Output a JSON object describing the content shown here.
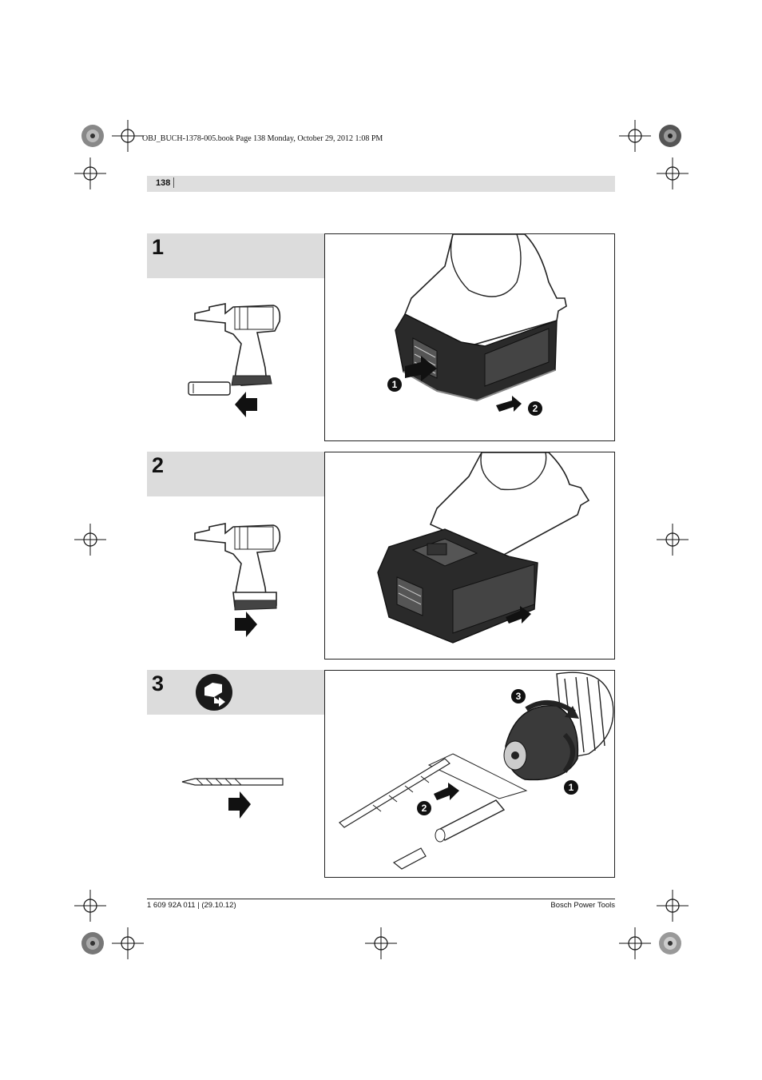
{
  "header": {
    "print_info": "OBJ_BUCH-1378-005.book  Page 138  Monday, October 29, 2012  1:08 PM",
    "page_number": "138"
  },
  "steps": [
    {
      "number": "1",
      "callouts": [
        "1",
        "2"
      ]
    },
    {
      "number": "2",
      "callouts": []
    },
    {
      "number": "3",
      "callouts": [
        "3",
        "2",
        "1"
      ]
    }
  ],
  "footer": {
    "document_code": "1 609 92A 011 | (29.10.12)",
    "brand": "Bosch Power Tools"
  },
  "icons": [
    "registration-mark-icon",
    "drill-icon",
    "battery-pack-icon",
    "arrow-icon",
    "drill-bit-icon",
    "tool-change-icon",
    "chuck-icon",
    "screwdriver-bit-icon"
  ]
}
